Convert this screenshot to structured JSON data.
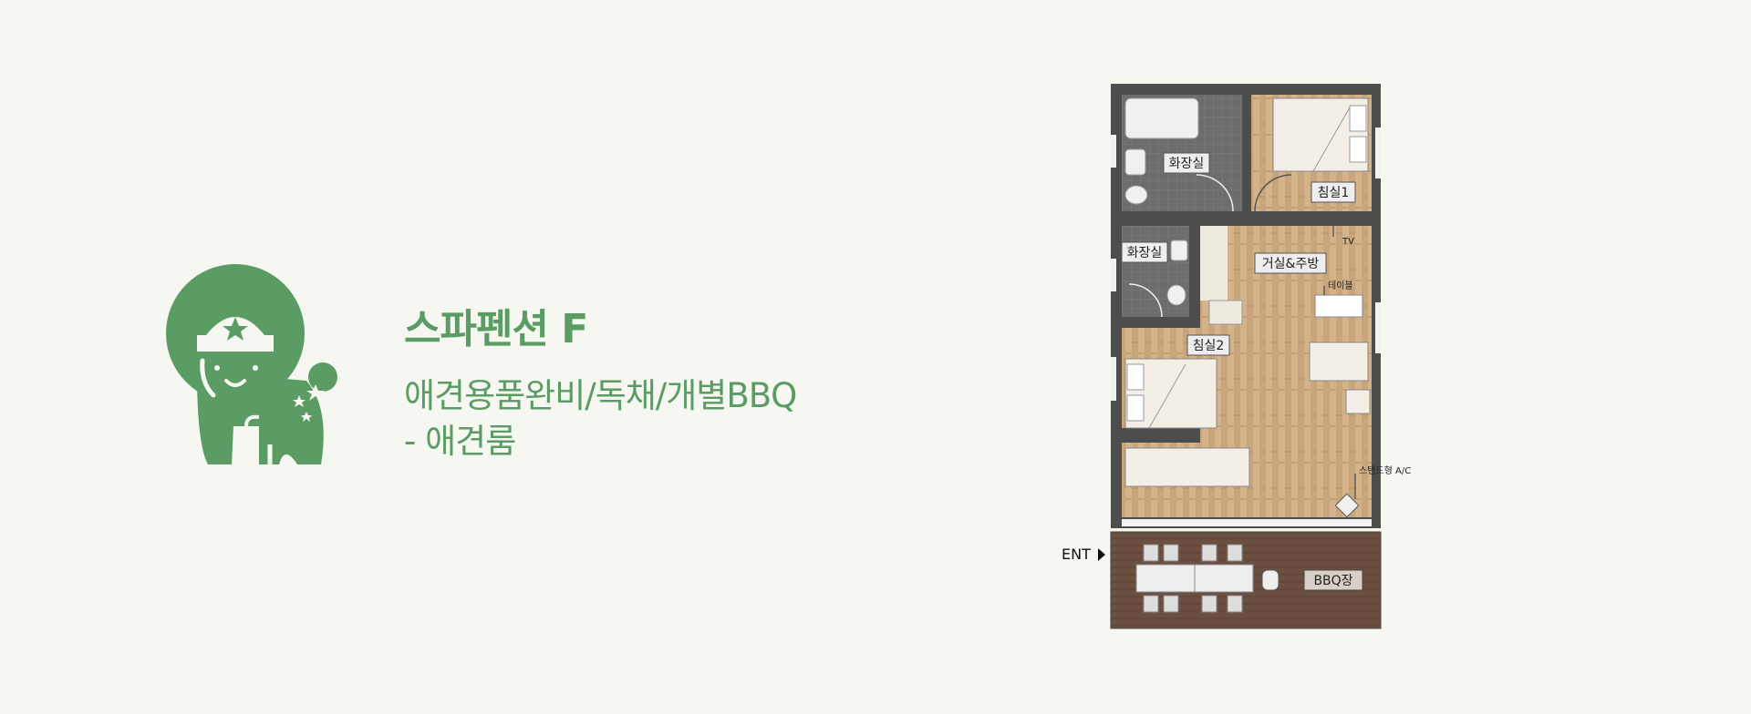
{
  "title": "스파펜션 F",
  "subtitle_line1": "애견용품완비/독채/개별BBQ",
  "subtitle_line2": "- 애견룸",
  "brand_color": "#5a9c63",
  "floor_plan": {
    "rooms": {
      "bathroom_1": "화장실",
      "bathroom_2": "화장실",
      "bedroom_1": "침실1",
      "bedroom_2": "침실2",
      "living_kitchen": "거실&주방",
      "bbq": "BBQ장"
    },
    "annotations": {
      "tv": "TV",
      "table": "테이블",
      "ac": "스탠드형 A/C",
      "entrance": "ENT"
    }
  }
}
